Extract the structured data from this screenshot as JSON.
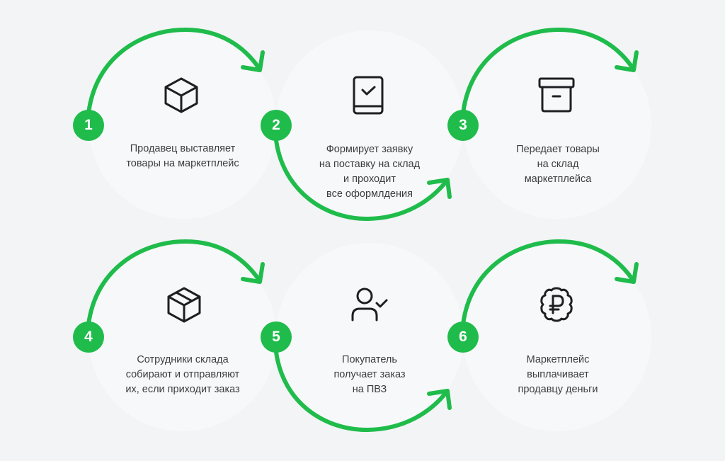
{
  "diagram": {
    "type": "process-flow",
    "accent_color": "#1fbc4b",
    "steps": [
      {
        "number": "1",
        "icon": "cube-icon",
        "text": "Продавец выставляет\nтовары на маркетплейс"
      },
      {
        "number": "2",
        "icon": "checked-book-icon",
        "text": "Формирует заявку\nна поставку на склад\nи проходит\nвсе оформлдения"
      },
      {
        "number": "3",
        "icon": "archive-box-icon",
        "text": "Передает товары\nна склад\nмаркетплейса"
      },
      {
        "number": "4",
        "icon": "parcel-box-icon",
        "text": "Сотрудники склада\nсобирают и отправляют\nих, если приходит заказ"
      },
      {
        "number": "5",
        "icon": "user-check-icon",
        "text": "Покупатель\nполучает заказ\nна ПВЗ"
      },
      {
        "number": "6",
        "icon": "ruble-badge-icon",
        "text": "Маркетплейс\nвыплачивает\nпродавцу деньги"
      }
    ]
  }
}
